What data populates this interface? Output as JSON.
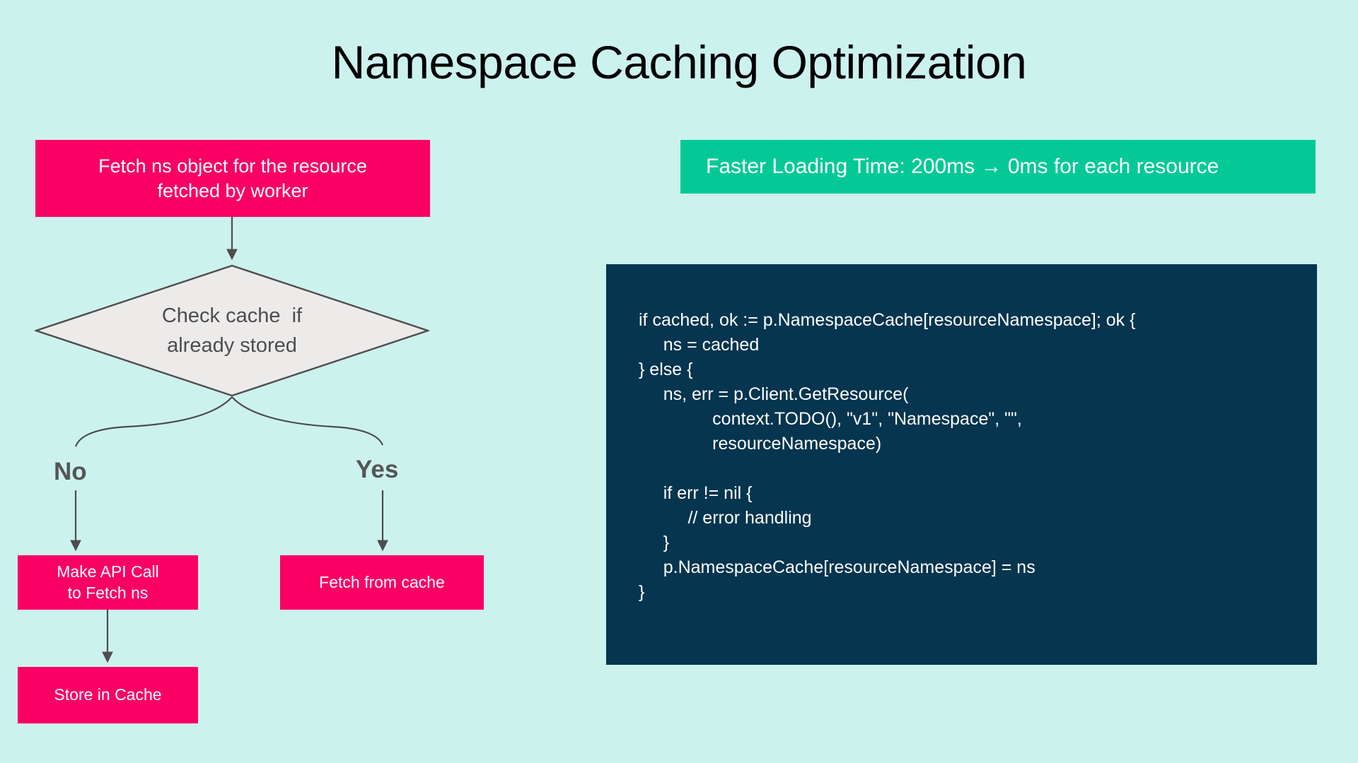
{
  "slide": {
    "background_color": "#ccf2ee",
    "title": "Namespace Caching Optimization"
  },
  "colors": {
    "background": "#ccf2ee",
    "process_box": "#fa0064",
    "process_box_text": "#ffffff",
    "decision_fill": "#edeaea",
    "decision_stroke": "#4d4d4d",
    "decision_text": "#4d4d4d",
    "connector": "#4d4d4d",
    "banner": "#04c997",
    "banner_text": "#ffffff",
    "code_panel": "#05354f",
    "code_text": "#ffffff",
    "branch_label": "#555555",
    "title_text": "#000000"
  },
  "flowchart": {
    "nodes": {
      "fetch_ns": {
        "type": "process",
        "line1": "Fetch ns object for the resource",
        "line2": "fetched by worker"
      },
      "check_cache": {
        "type": "decision",
        "line1": "Check cache  if",
        "line2": "already stored"
      },
      "make_api_call": {
        "type": "process",
        "line1": "Make API Call",
        "line2": "to Fetch ns"
      },
      "fetch_from_cache": {
        "type": "process",
        "line1": "Fetch from cache"
      },
      "store_in_cache": {
        "type": "process",
        "line1": "Store in Cache"
      }
    },
    "branch_labels": {
      "no": "No",
      "yes": "Yes"
    }
  },
  "banner": {
    "text": "Faster Loading Time: 200ms → 0ms for each resource"
  },
  "code": {
    "language": "go",
    "body": "if cached, ok := p.NamespaceCache[resourceNamespace]; ok {\n     ns = cached\n} else {\n     ns, err = p.Client.GetResource(\n               context.TODO(), \"v1\", \"Namespace\", \"\",\n               resourceNamespace)\n\n     if err != nil {\n          // error handling\n     }\n     p.NamespaceCache[resourceNamespace] = ns\n}"
  }
}
